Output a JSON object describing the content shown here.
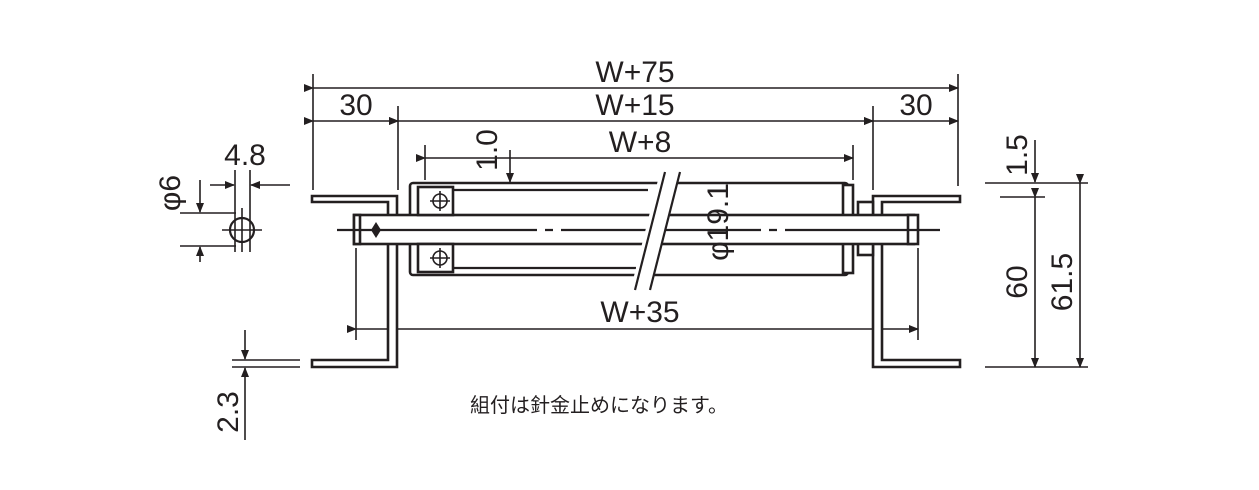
{
  "dimensions": {
    "overall": "W+75",
    "left_margin": "30",
    "between_brackets": "W+15",
    "right_margin": "30",
    "roller_length": "W+8",
    "gap": "1.0",
    "roller_diameter": "φ19.1",
    "shaft_length": "W+35",
    "top_offset": "1.5",
    "height_60": "60",
    "height_total": "61.5",
    "hole_diameter": "φ6",
    "hole_width": "4.8",
    "plate_thickness": "2.3"
  },
  "note": "組付は針金止めになります。"
}
